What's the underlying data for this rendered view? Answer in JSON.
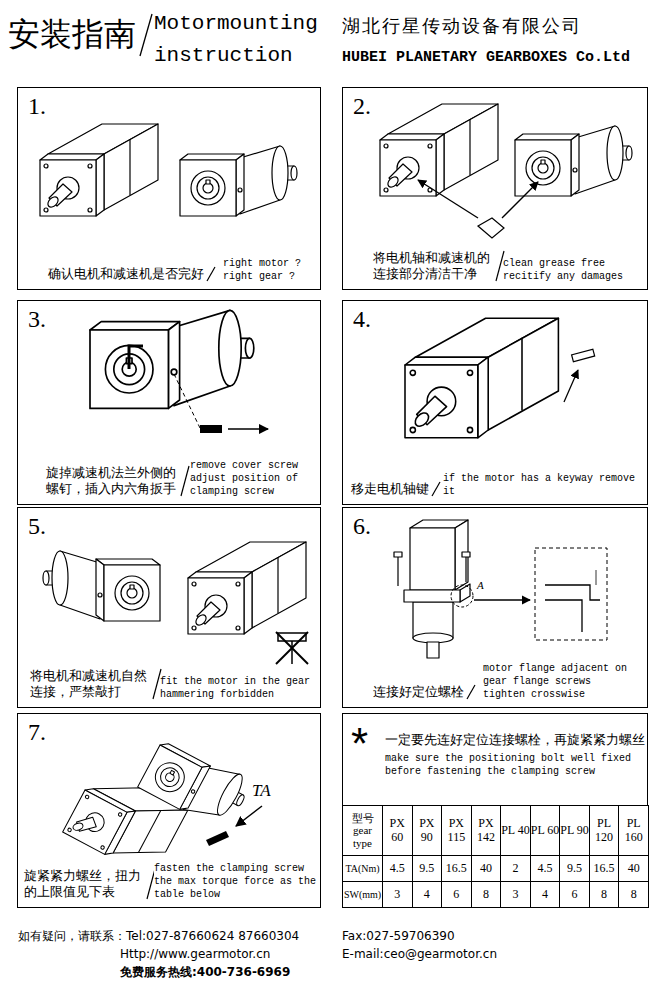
{
  "diagram": {
    "title": "安装指南",
    "nodes": [
      {
        "text": [
          "1.",
          "确认电机和减速机是否完好",
          "right motor ? right gear ?"
        ]
      },
      {
        "text": [
          "2.",
          "将电机轴和减速机的 连接部分清洁干净",
          "clean grease free recitify any damages"
        ]
      },
      {
        "text": [
          "3.",
          "旋掉减速机法兰外侧的 螺钉，插入内六角扳手",
          "remove cover screw adjust position of clamping screw"
        ]
      },
      {
        "text": [
          "4.",
          "移走电机轴键",
          "if the motor has a keyway remove it"
        ]
      },
      {
        "text": [
          "5.",
          "将电机和减速机自然 连接，严禁敲打",
          "fit the motor in the gear hammering forbidden"
        ]
      },
      {
        "text": [
          "6.",
          "连接好定位螺栓",
          "motor flange adjacent on gear flange screws tighten crosswise"
        ]
      },
      {
        "text": [
          "7.",
          "旋紧紧力螺丝，扭力 的上限值见下表",
          "fasten the clamping screw the max torque force as the table below"
        ]
      },
      {
        "text": [
          "*",
          "一定要先连好定位连接螺栓，再旋紧紧力螺丝",
          "make sure the positioning bolt well fixed before fastening the clamping screw"
        ]
      }
    ],
    "labels": [
      "Motormounting instruction",
      "湖北行星传动设备有限公司",
      "HUBEI PLANETARY GEARBOXES Co.Ltd",
      "A",
      "TA",
      "型号 gear type",
      "PX 60",
      "PX 90",
      "PX 115",
      "PX 142",
      "PL 40",
      "PL 60",
      "PL 90",
      "PL 120",
      "PL 160",
      "TA(Nm)",
      "4.5",
      "9.5",
      "16.5",
      "40",
      "2",
      "4.5",
      "9.5",
      "16.5",
      "40",
      "SW(mm)",
      "3",
      "4",
      "6",
      "8",
      "3",
      "4",
      "6",
      "8",
      "8",
      "如有疑问，请联系：Tel:027-87660624 87660304",
      "Http://www.gearmotor.cn",
      "免费服务热线:400-736-6969",
      "Fax:027-59706390",
      "E-mail:ceo@gearmotor.cn"
    ]
  }
}
